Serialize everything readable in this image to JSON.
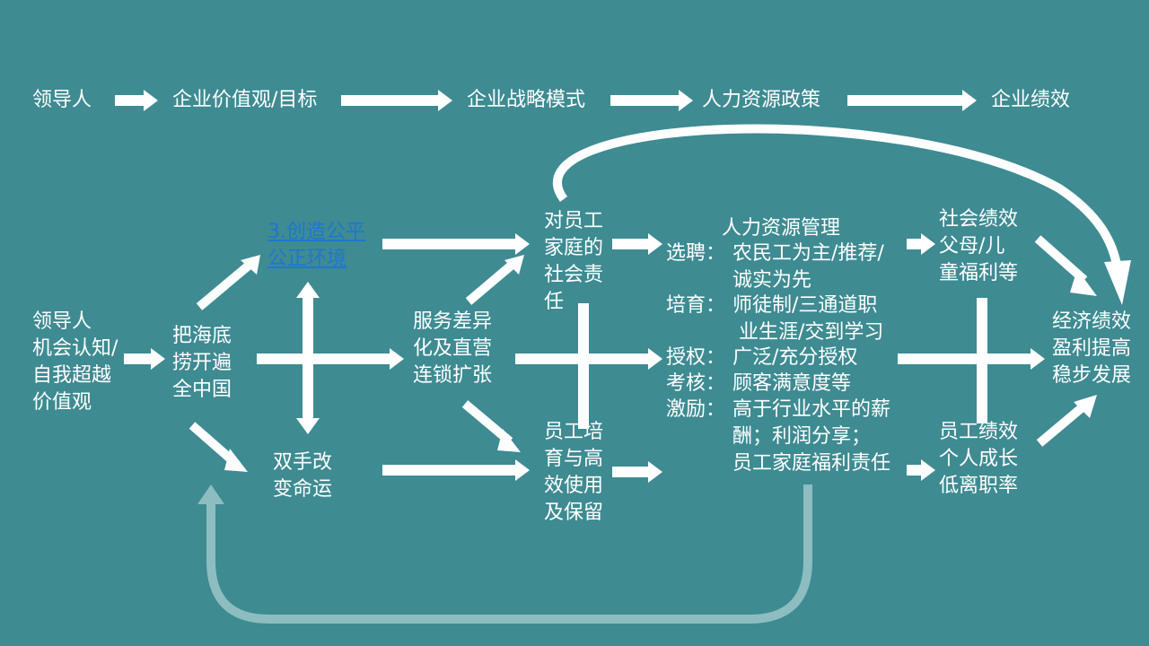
{
  "top_flow": {
    "leader": "领导人",
    "values": "企业价值观/目标",
    "strategy": "企业战略模式",
    "hr_policy": "人力资源政策",
    "performance": "企业绩效"
  },
  "nodes": {
    "leader_block": "领导人\n机会认知/\n自我超越\n价值观",
    "nationwide": "把海底\n捞开遍\n全中国",
    "fair_env": "3.创造公平\n公正环境",
    "change_fate": "双手改\n变命运",
    "service": "服务差异\n化及直营\n连锁扩张",
    "family_resp": "对员工\n家庭的\n社会责\n任",
    "staff_train": "员工培\n育与高\n效使用\n及保留",
    "hrm_title": "人力资源管理",
    "recruit_label": "选聘：",
    "recruit_text": "农民工为主/推荐/\n诚实为先",
    "train_label": "培育：",
    "train_text": "师徒制/三通道职\n 业生涯/交到学习",
    "auth_label": "授权：",
    "auth_text": "广泛/充分授权",
    "assess_label": "考核：",
    "assess_text": "顾客满意度等",
    "incent_label": "激励：",
    "incent_text": "高于行业水平的薪\n酬；利润分享；\n员工家庭福利责任",
    "social_perf": "社会绩效\n父母/儿\n童福利等",
    "econ_perf": "经济绩效\n盈利提高\n稳步发展",
    "staff_perf": "员工绩效\n个人成长\n低离职率"
  },
  "colors": {
    "background": "#3e8b92",
    "arrow": "#ffffff",
    "feedback_arrow": "#8dbdc0",
    "link_text": "#1f76d2"
  }
}
